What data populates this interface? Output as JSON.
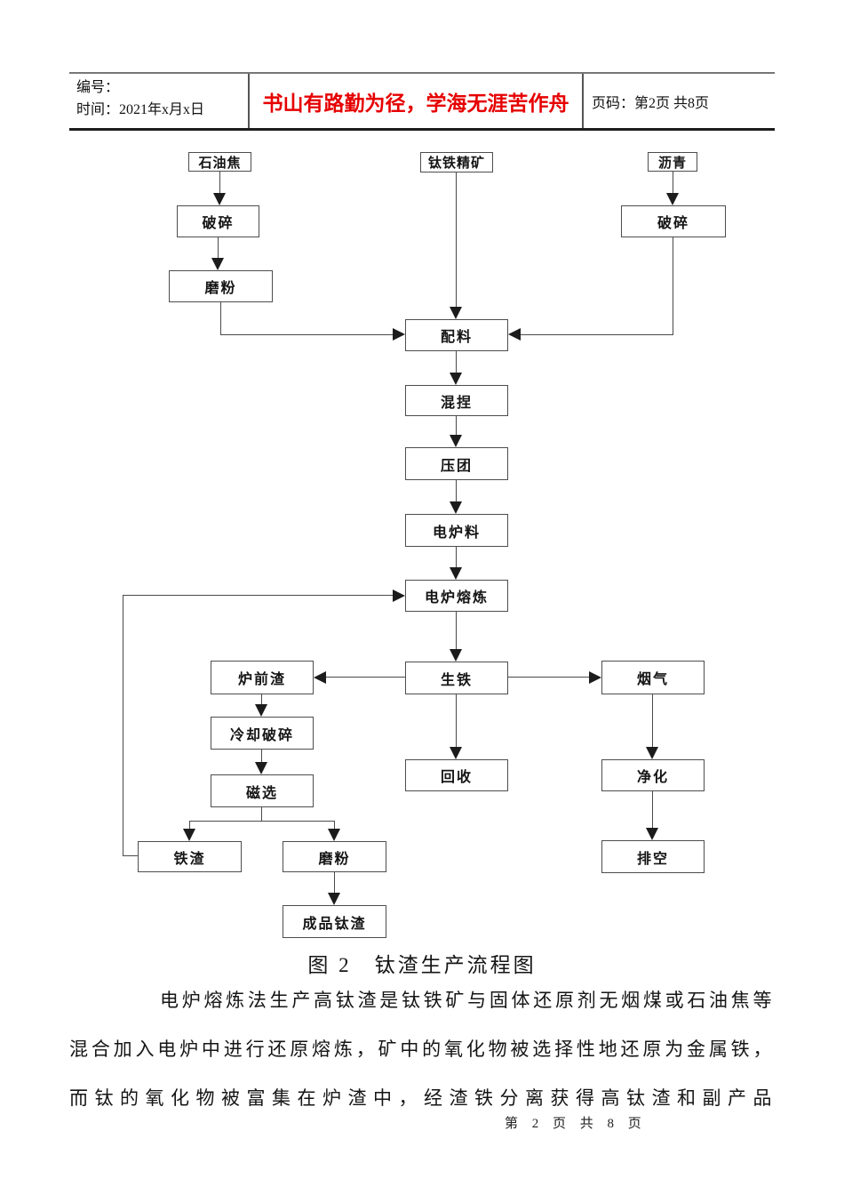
{
  "page": {
    "header": {
      "number_label": "编号：",
      "time_label": "时间：2021年x月x日",
      "motto": "书山有路勤为径，学海无涯苦作舟",
      "motto_color": "#e60000",
      "page_info": "页码：第2页 共8页"
    },
    "flowchart": {
      "caption": "图 2　钛渣生产流程图",
      "nodes": {
        "petroleum_coke": "石油焦",
        "ilmenite_concentrate": "钛铁精矿",
        "pitch": "沥青",
        "crush_left": "破碎",
        "crush_right": "破碎",
        "grind_left": "磨粉",
        "batching": "配料",
        "kneading": "混捏",
        "briquetting": "压团",
        "furnace_charge": "电炉料",
        "smelting": "电炉熔炼",
        "pig_iron": "生铁",
        "furnace_front_slag": "炉前渣",
        "flue_gas": "烟气",
        "cooling_crushing": "冷却破碎",
        "magnetic_separation": "磁选",
        "recovery": "回收",
        "purification": "净化",
        "iron_slag": "铁渣",
        "grind_right": "磨粉",
        "venting": "排空",
        "finished_titanium_slag": "成品钛渣"
      }
    },
    "body_text": "电炉熔炼法生产高钛渣是钛铁矿与固体还原剂无烟煤或石油焦等混合加入电炉中进行还原熔炼，矿中的氧化物被选择性地还原为金属铁，而钛的氧化物被富集在炉渣中，经渣铁分离获得高钛渣和副产品",
    "footer": "第 2 页 共 8 页"
  }
}
